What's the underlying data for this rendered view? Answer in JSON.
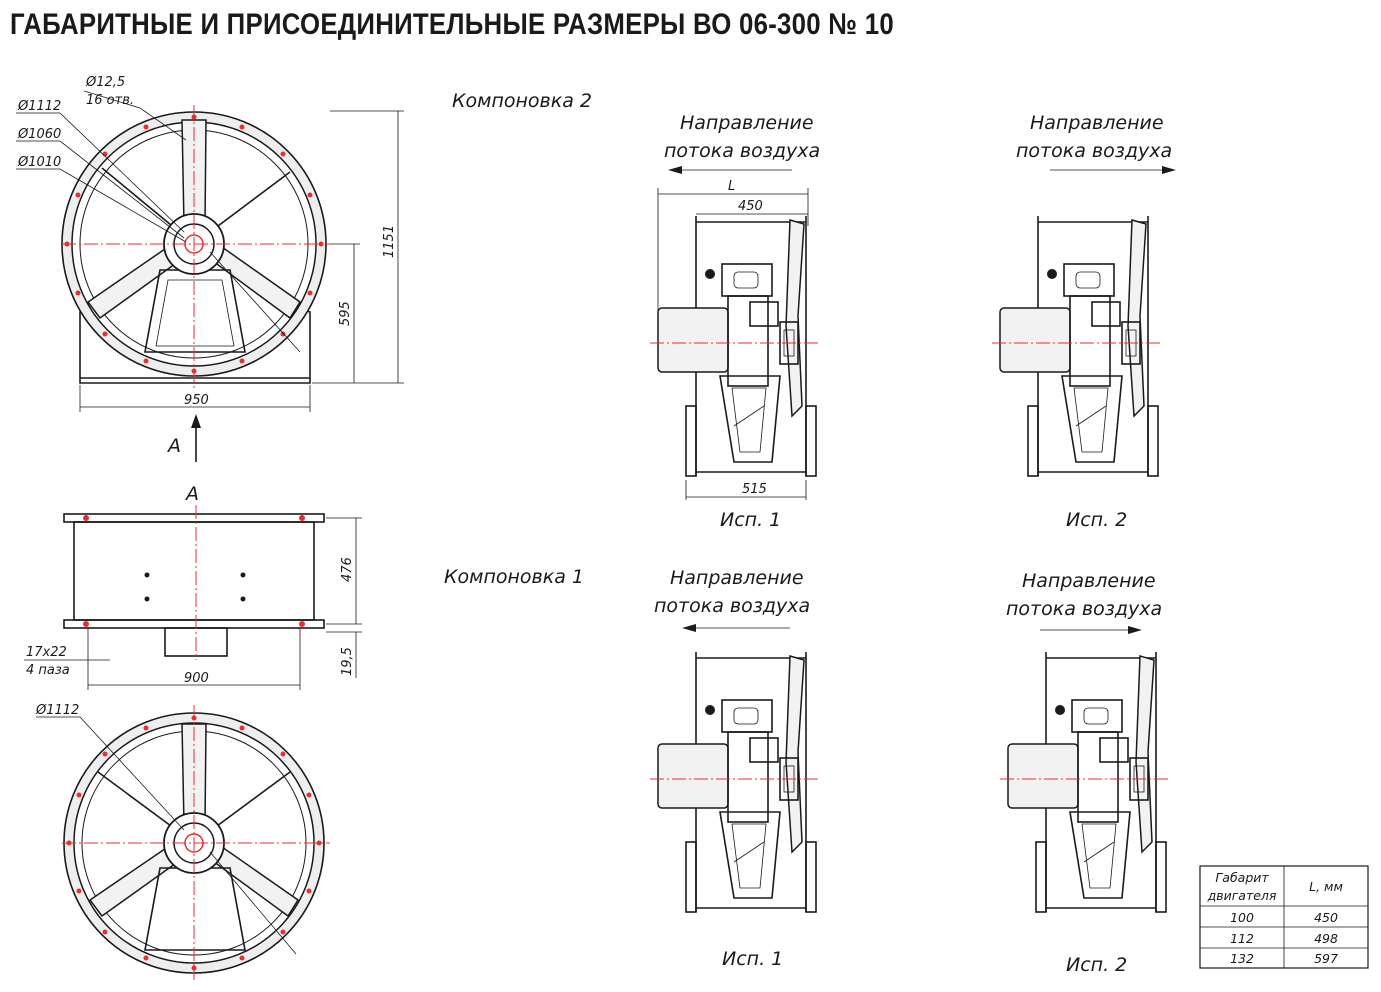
{
  "title": "ГАБАРИТНЫЕ И ПРИСОЕДИНИТЕЛЬНЫЕ РАЗМЕРЫ ВО 06-300 № 10",
  "front_view": {
    "hole_dia": "Ø12,5",
    "hole_count": "16 отв.",
    "dia_1112": "Ø1112",
    "dia_1060": "Ø1060",
    "dia_1010": "Ø1010",
    "height_total": "1151",
    "axis_height": "595",
    "base_width": "950",
    "view_mark": "A"
  },
  "side_view": {
    "view_mark": "A",
    "depth": "476",
    "foot": "19,5",
    "slot_size": "17x22",
    "slot_count": "4 паза",
    "base_length": "900"
  },
  "bottom_view": {
    "dia_1112": "Ø1112"
  },
  "layouts": {
    "layout2_label": "Компоновка 2",
    "layout1_label": "Компоновка 1",
    "flow_line1": "Направление",
    "flow_line2": "потока воздуха",
    "dim_L": "L",
    "dim_450": "450",
    "dim_515": "515",
    "ver1": "Исп. 1",
    "ver2": "Исп. 2"
  },
  "motor_table": {
    "header_col1_line1": "Габарит",
    "header_col1_line2": "двигателя",
    "header_col2": "L, мм",
    "rows": [
      {
        "size": "100",
        "L": "450"
      },
      {
        "size": "112",
        "L": "498"
      },
      {
        "size": "132",
        "L": "597"
      }
    ]
  }
}
